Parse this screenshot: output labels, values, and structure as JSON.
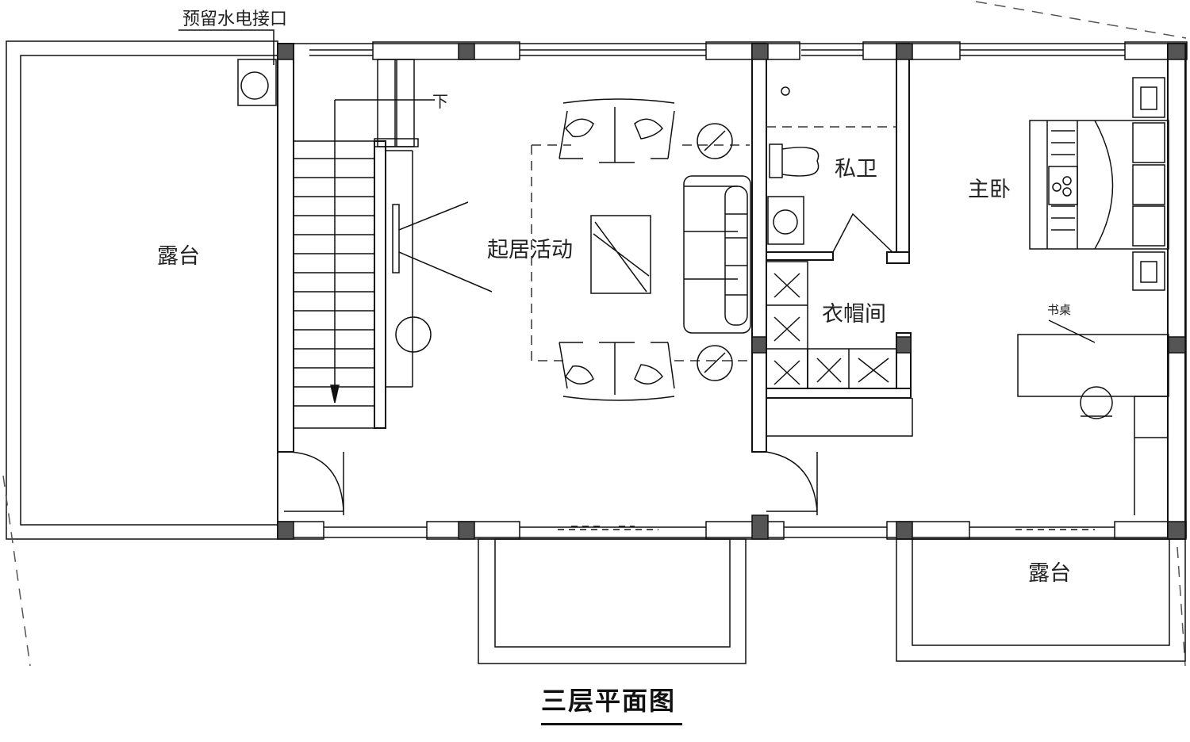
{
  "title": "三层平面图",
  "labels": {
    "terrace_left": "露台",
    "terrace_right": "露台",
    "living": "起居活动",
    "bathroom": "私卫",
    "master_bedroom": "主卧",
    "closet": "衣帽间",
    "desk": "书桌",
    "stair_down": "下",
    "reserved_utility": "预留水电接口"
  },
  "colors": {
    "line": "#111111",
    "column": "#555555",
    "dim": "#444444"
  }
}
